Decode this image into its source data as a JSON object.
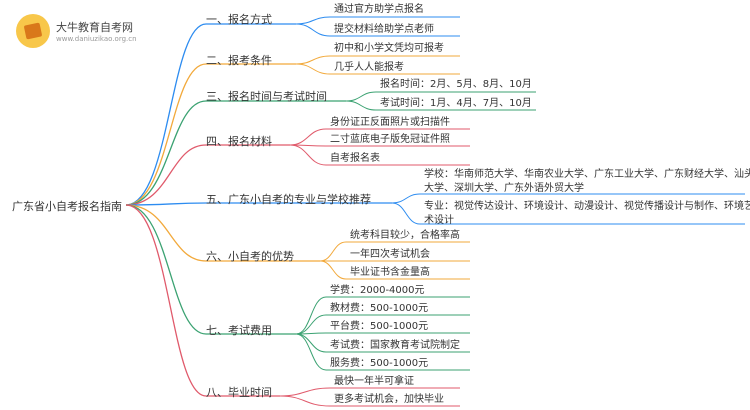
{
  "logo": {
    "title": "大牛教育自考网",
    "site": "www.daniuzikao.org.cn"
  },
  "root": "广东省小自考报名指南",
  "colors": [
    "#2d8cf0",
    "#f2a93b",
    "#3ba272",
    "#e05a6b",
    "#2d8cf0",
    "#f2a93b",
    "#3ba272",
    "#e05a6b"
  ],
  "categories": [
    {
      "label": "一、报名方式",
      "items": [
        "通过官方助学点报名",
        "提交材料给助学点老师"
      ]
    },
    {
      "label": "二、报考条件",
      "items": [
        "初中和小学文凭均可报考",
        "几乎人人能报考"
      ]
    },
    {
      "label": "三、报名时间与考试时间",
      "items": [
        "报名时间：2月、5月、8月、10月",
        "考试时间：1月、4月、7月、10月"
      ]
    },
    {
      "label": "四、报名材料",
      "items": [
        "身份证正反面照片或扫描件",
        "二寸蓝底电子版免冠证件照",
        "自考报名表"
      ]
    },
    {
      "label": "五、广东小自考的专业与学校推荐",
      "items": [
        "学校：华南师范大学、华南农业大学、广东工业大学、广东财经大学、汕头大学、深圳大学、广东外语外贸大学",
        "专业：视觉传达设计、环境设计、动漫设计、视觉传播设计与制作、环境艺术设计"
      ]
    },
    {
      "label": "六、小自考的优势",
      "items": [
        "统考科目较少，合格率高",
        "一年四次考试机会",
        "毕业证书含金量高"
      ]
    },
    {
      "label": "七、考试费用",
      "items": [
        "学费：2000-4000元",
        "教材费：500-1000元",
        "平台费：500-1000元",
        "考试费：国家教育考试院制定",
        "服务费：500-1000元"
      ]
    },
    {
      "label": "八、毕业时间",
      "items": [
        "最快一年半可拿证",
        "更多考试机会，加快毕业"
      ]
    }
  ]
}
